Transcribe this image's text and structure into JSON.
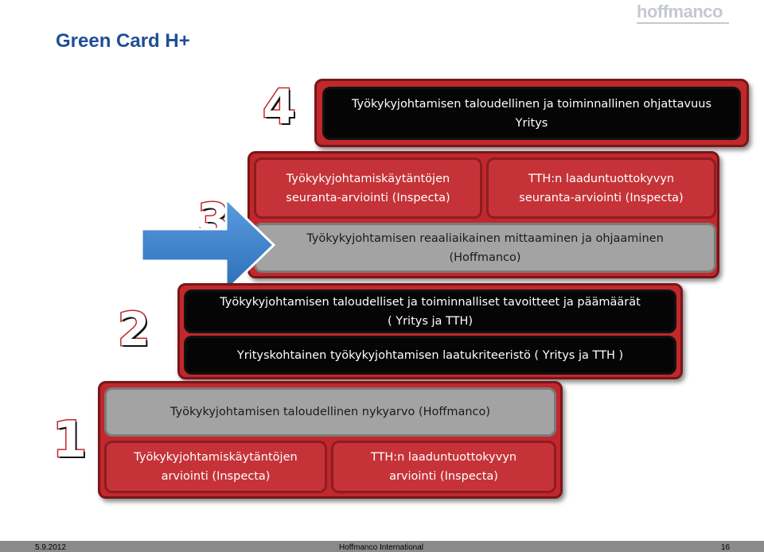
{
  "header": {
    "logo_text": "hoffmanco",
    "title": "Green Card H+"
  },
  "levels": {
    "four": {
      "number": "4",
      "text_line1": "Työkykyjohtamisen taloudellinen ja toiminnallinen  ohjattavuus",
      "text_line2": "Yritys"
    },
    "three": {
      "number": "3",
      "left_line1": "Työkykyjohtamiskäytäntöjen",
      "left_line2": "seuranta-arviointi  (Inspecta)",
      "right_line1": "TTH:n laaduntuottokyvyn",
      "right_line2": "seuranta-arviointi (Inspecta)",
      "bottom_line1": "Työkykyjohtamisen reaaliaikainen mittaaminen ja ohjaaminen",
      "bottom_line2": "(Hoffmanco)"
    },
    "two": {
      "number": "2",
      "top_line1": "Työkykyjohtamisen taloudelliset ja toiminnalliset  tavoitteet ja päämäärät",
      "top_line2": "( Yritys ja  TTH)",
      "bottom_text": "Yrityskohtainen työkykyjohtamisen laatukriteeristö  ( Yritys ja TTH )"
    },
    "one": {
      "number": "1",
      "top_text": "Työkykyjohtamisen taloudellinen nykyarvo (Hoffmanco)",
      "left_line1": "Työkykyjohtamiskäytäntöjen",
      "left_line2": "arviointi  (Inspecta)",
      "right_line1": "TTH:n laaduntuottokyvyn",
      "right_line2": "arviointi (Inspecta)"
    }
  },
  "footer": {
    "date": "5.9.2012",
    "company": "Hoffmanco International",
    "page": "16"
  },
  "colors": {
    "red": "#c0282c",
    "dark": "#050505",
    "gray": "#a3a3a3",
    "blue_arrow": "#3f86cf",
    "title_blue": "#1f4e96"
  }
}
